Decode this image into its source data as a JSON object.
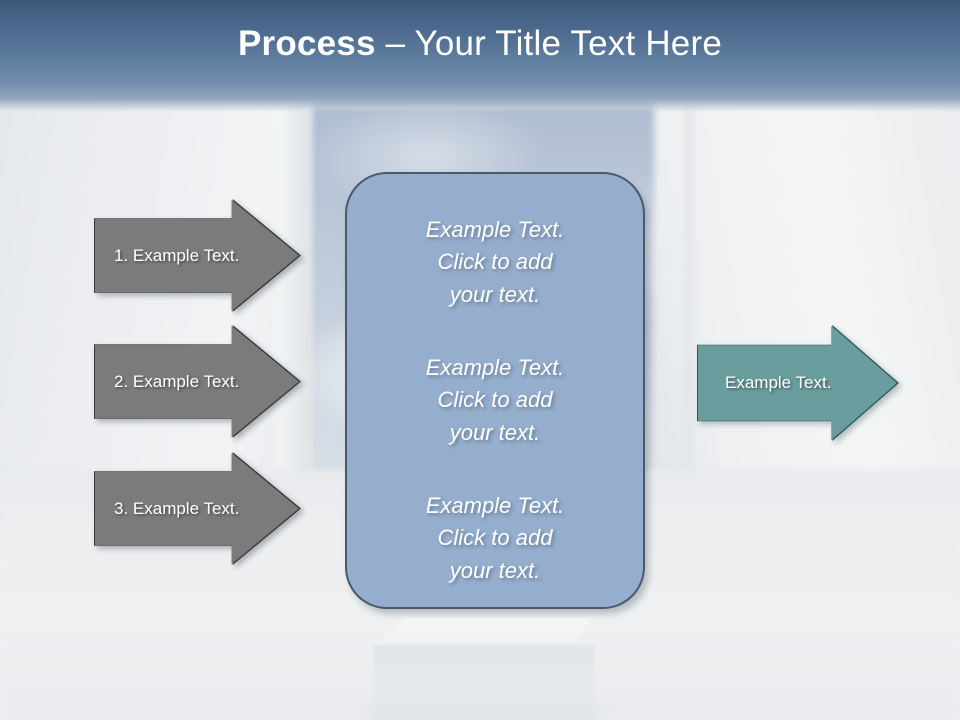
{
  "slide": {
    "title_strong": "Process",
    "title_rest": " – Your Title Text Here"
  },
  "colors": {
    "title_band_top": "#3c597a",
    "title_band_bottom": "#93a7bd",
    "gray_arrow_fill": "#7b7b7b",
    "gray_arrow_border": "#3b3b3b",
    "teal_arrow_fill": "#6a9d9d",
    "teal_arrow_border": "#2f5b5b",
    "panel_fill": "#95aecd",
    "panel_border": "#4b5a6b",
    "text_on_shape": "#ffffff",
    "background": "#eceef0"
  },
  "input_arrows": [
    {
      "label": "1. Example Text."
    },
    {
      "label": "2. Example Text."
    },
    {
      "label": "3. Example Text."
    }
  ],
  "center_panel": {
    "blocks": [
      {
        "text": "Example Text.\nClick  to add\nyour text."
      },
      {
        "text": "Example Text.\nClick  to add\nyour text."
      },
      {
        "text": "Example Text.\nClick  to add\nyour text."
      }
    ]
  },
  "output_arrow": {
    "label": "Example Text."
  }
}
